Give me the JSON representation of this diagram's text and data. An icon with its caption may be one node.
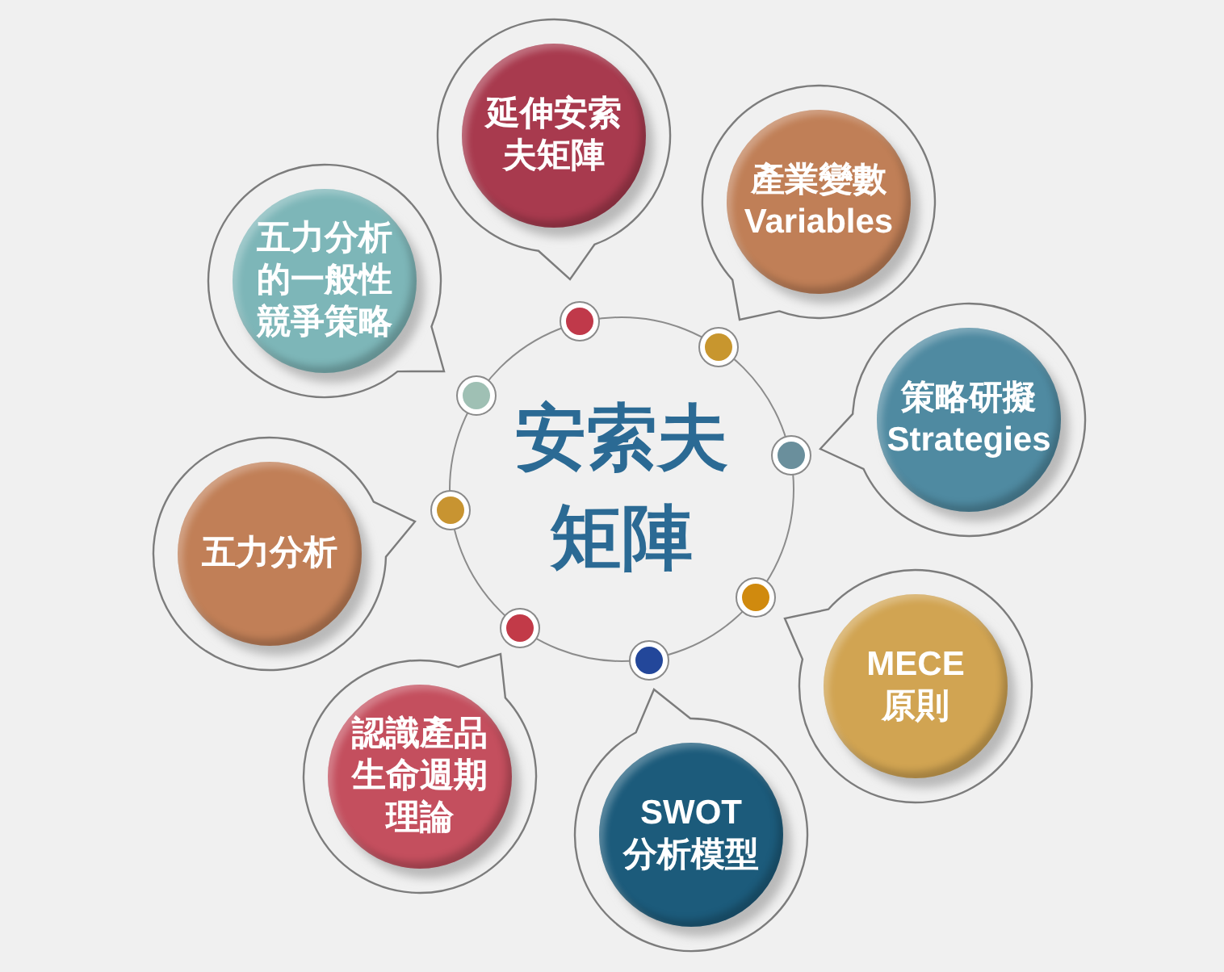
{
  "diagram": {
    "nodes": [
      {
        "text": [
          "安索夫矩陣"
        ]
      },
      {
        "text": [
          "延伸安索夫矩陣"
        ]
      },
      {
        "text": [
          "產業變數 Variables"
        ]
      },
      {
        "text": [
          "策略研擬 Strategies"
        ]
      },
      {
        "text": [
          "MECE 原則"
        ]
      },
      {
        "text": [
          "SWOT 分析模型"
        ]
      },
      {
        "text": [
          "認識產品生命週期理論"
        ]
      },
      {
        "text": [
          "五力分析"
        ]
      },
      {
        "text": [
          "五力分析的一般性競爭策略"
        ]
      }
    ]
  }
}
